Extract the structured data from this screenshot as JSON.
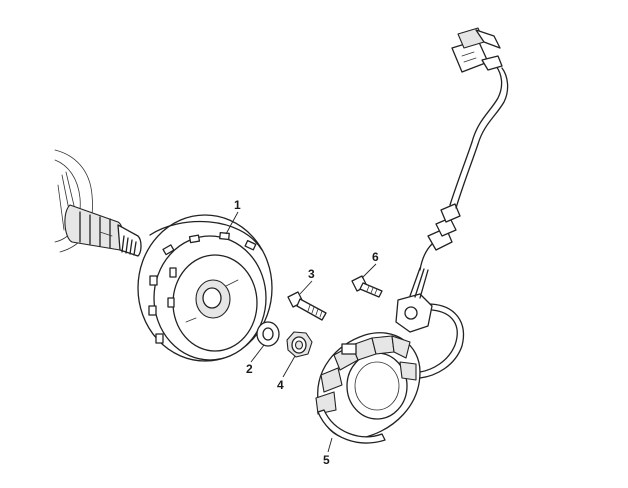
{
  "parts": [
    {
      "ref": "1"
    },
    {
      "ref": "2"
    },
    {
      "ref": "3"
    },
    {
      "ref": "4"
    },
    {
      "ref": "5"
    },
    {
      "ref": "6"
    }
  ]
}
